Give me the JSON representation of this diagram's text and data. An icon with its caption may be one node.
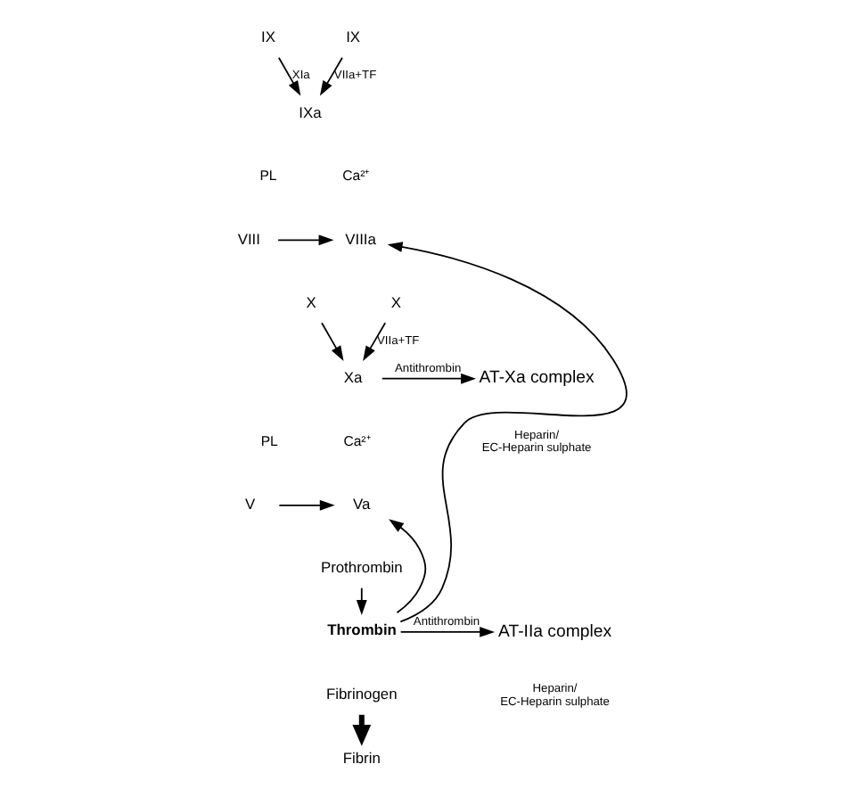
{
  "diagram": {
    "nodes": [
      {
        "text": [
          "IX"
        ]
      },
      {
        "text": [
          "IX"
        ]
      },
      {
        "text": [
          "IXa"
        ]
      },
      {
        "text": [
          "VIII"
        ]
      },
      {
        "text": [
          "VIIIa"
        ]
      },
      {
        "text": [
          "X"
        ]
      },
      {
        "text": [
          "X"
        ]
      },
      {
        "text": [
          "Xa"
        ]
      },
      {
        "text": [
          "AT-Xa complex"
        ]
      },
      {
        "text": [
          "V"
        ]
      },
      {
        "text": [
          "Va"
        ]
      },
      {
        "text": [
          "Prothrombin"
        ]
      },
      {
        "text": [
          "Thrombin"
        ]
      },
      {
        "text": [
          "AT-IIa complex"
        ]
      },
      {
        "text": [
          "Fibrinogen"
        ]
      },
      {
        "text": [
          "Fibrin"
        ]
      }
    ],
    "edges": [
      {
        "from": 0,
        "to": 2,
        "arrow": "to",
        "label": "XIa"
      },
      {
        "from": 1,
        "to": 2,
        "arrow": "to",
        "label": "VIIa+TF"
      },
      {
        "from": 3,
        "to": 4,
        "arrow": "to"
      },
      {
        "from": 5,
        "to": 7,
        "arrow": "to"
      },
      {
        "from": 6,
        "to": 7,
        "arrow": "to",
        "label": "VIIa+TF"
      },
      {
        "from": 7,
        "to": 8,
        "arrow": "to",
        "label": "Antithrombin"
      },
      {
        "from": 9,
        "to": 10,
        "arrow": "to"
      },
      {
        "from": 11,
        "to": 12,
        "arrow": "to"
      },
      {
        "from": 12,
        "to": 13,
        "arrow": "to",
        "label": "Antithrombin"
      },
      {
        "from": 14,
        "to": 15,
        "arrow": "to",
        "style": "thick"
      },
      {
        "from": 12,
        "to": 4,
        "arrow": "to"
      },
      {
        "from": 12,
        "to": 10,
        "arrow": "to"
      }
    ],
    "labels": [
      "PL",
      "Ca²⁺",
      "PL",
      "Ca²⁺",
      "Heparin/ EC-Heparin sulphate",
      "Heparin/ EC-Heparin sulphate"
    ]
  }
}
